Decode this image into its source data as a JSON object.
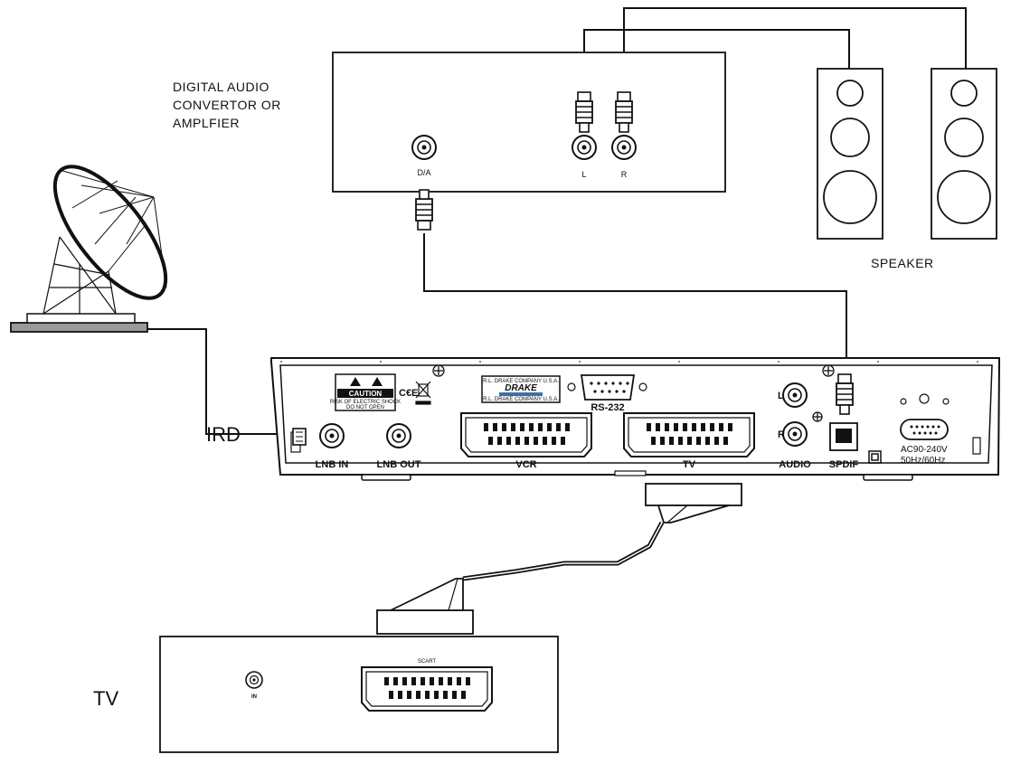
{
  "amplifier": {
    "label_lines": [
      "DIGITAL AUDIO",
      "CONVERTOR OR",
      "AMPLFIER"
    ],
    "port_da": "D/A",
    "port_l": "L",
    "port_r": "R"
  },
  "speaker": {
    "label": "SPEAKER"
  },
  "ird": {
    "label": "IRD",
    "caution": "CAUTION",
    "caution_sub1": "RISK OF ELECTRIC SHOCK",
    "caution_sub2": "DO NOT OPEN",
    "ce": "C€E",
    "brand": "DRAKE",
    "brand_company": "R.L. DRAKE COMPANY U.S.A.",
    "rs232": "RS-232",
    "lnb_in": "LNB IN",
    "lnb_out": "LNB OUT",
    "vcr": "VCR",
    "tv_scart": "TV",
    "audio": "AUDIO",
    "audio_l": "L",
    "audio_r": "R",
    "spdif": "SPDIF",
    "power_line1": "AC90-240V",
    "power_line2": "50Hz/60Hz"
  },
  "tv": {
    "label": "TV",
    "scart": "SCART",
    "in": "IN"
  }
}
